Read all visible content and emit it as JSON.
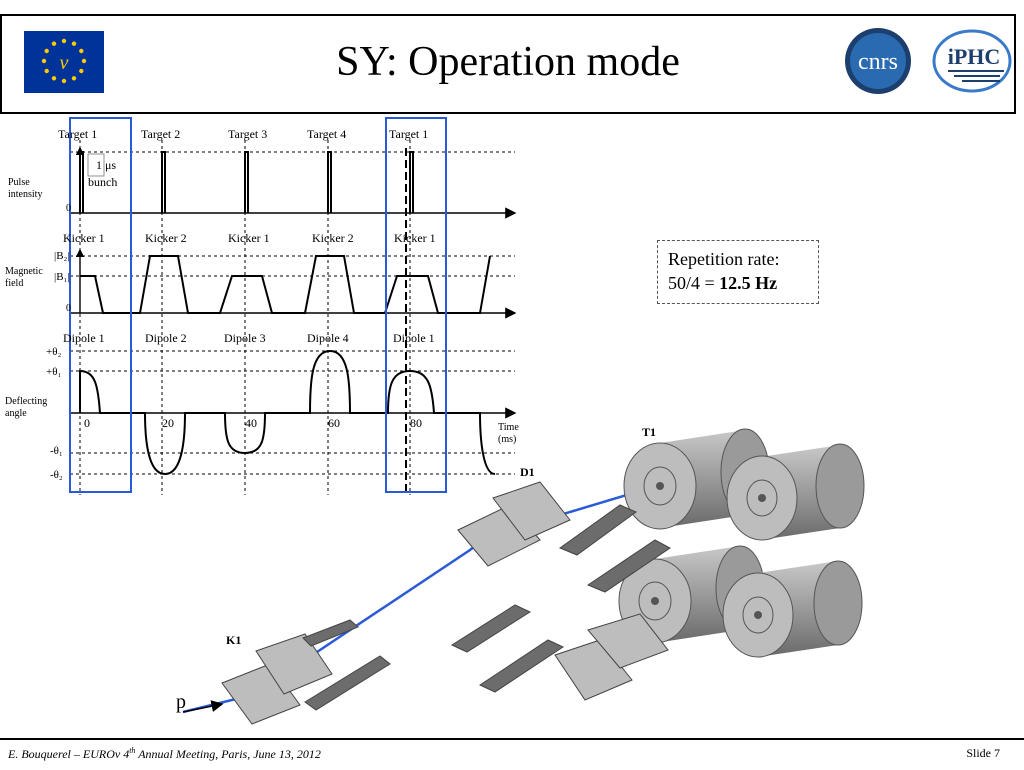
{
  "slide": {
    "title": "SY: Operation mode",
    "repetition_label": "Repetition rate:",
    "repetition_formula": "50/4 = ",
    "repetition_value": "12.5 Hz"
  },
  "footer": {
    "author": "E. Bouquerel – EUROv 4",
    "sup": "th",
    "event": " Annual Meeting, Paris, June 13, 2012",
    "slide_no": "Slide 7"
  },
  "timing": {
    "row1_labels": [
      "Target 1",
      "Target 2",
      "Target 3",
      "Target 4",
      "Target 1"
    ],
    "row2_labels": [
      "Kicker 1",
      "Kicker 2",
      "Kicker 1",
      "Kicker 2",
      "Kicker 1"
    ],
    "row3_labels": [
      "Dipole 1",
      "Dipole 2",
      "Dipole 3",
      "Dipole 4",
      "Dipole 1"
    ],
    "pulse_label_1": "Pulse",
    "pulse_label_2": "intensity",
    "bunch_label_1": "1 μs",
    "bunch_label_2": "bunch",
    "mag_label_1": "Magnetic",
    "mag_label_2": "field",
    "b2": "|B₂|",
    "b1": "|B₁|",
    "defl_label_1": "Deflecting",
    "defl_label_2": "angle",
    "plus_t2": "+θ₂",
    "plus_t1": "+θ₁",
    "minus_t1": "-θ₁",
    "minus_t2": "-θ₂",
    "zero": "0",
    "time_ticks": [
      "0",
      "20",
      "40",
      "60",
      "80"
    ],
    "time_label_1": "Time",
    "time_label_2": "(ms)"
  },
  "layout3d": {
    "t1": "T1",
    "d1": "D1",
    "k1": "K1",
    "p": "p"
  },
  "colors": {
    "beam": "#2a5bd7",
    "highlight_box": "#2a5bd7",
    "eu_blue": "#003399",
    "eu_gold": "#ffcc00"
  }
}
